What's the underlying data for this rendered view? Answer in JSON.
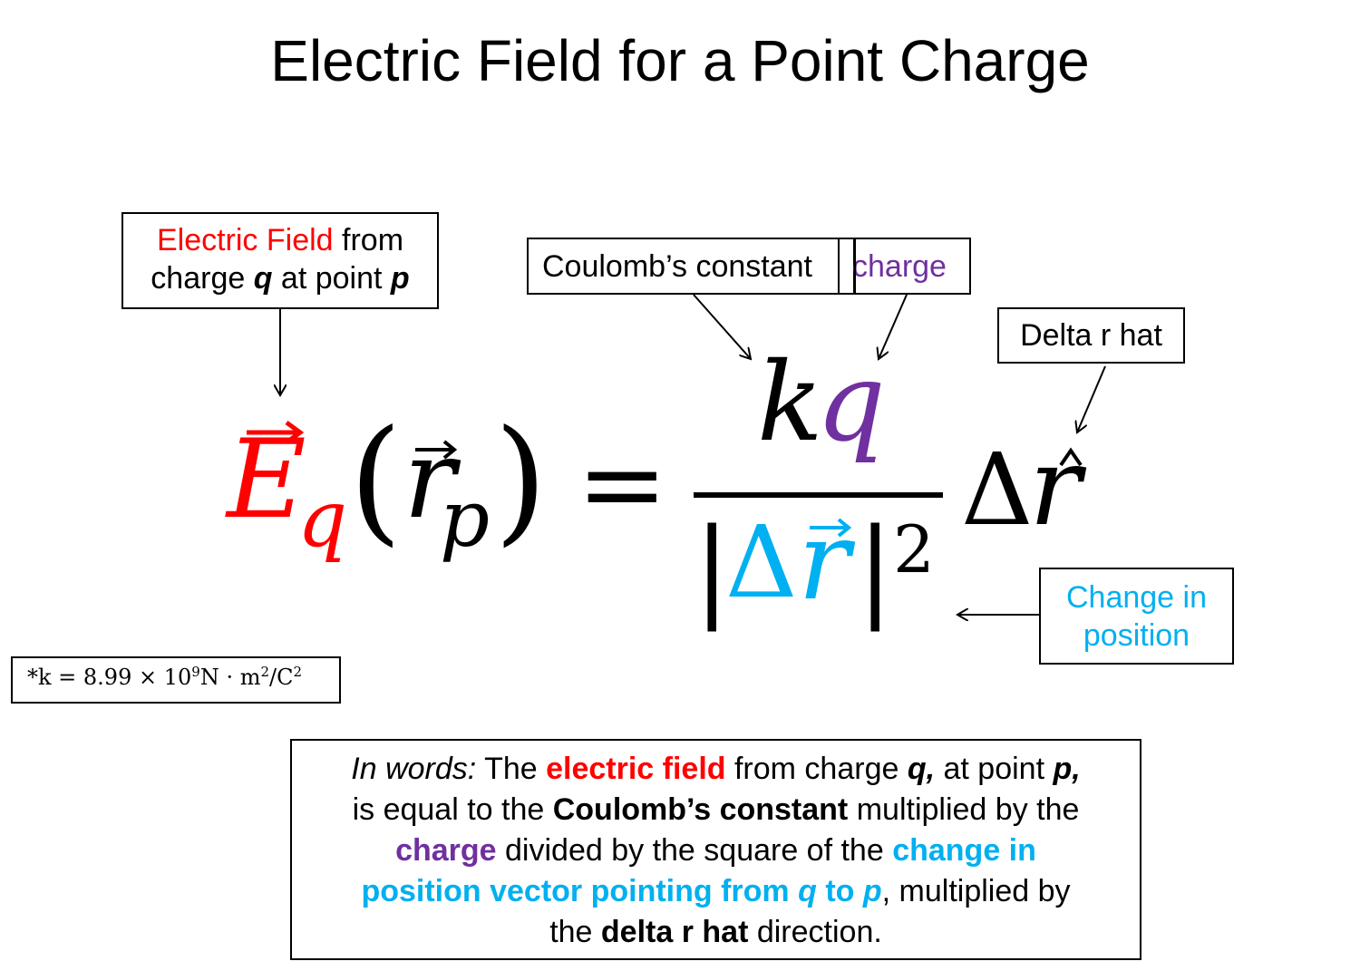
{
  "slide": {
    "title": "Electric Field for a Point Charge"
  },
  "callouts": {
    "electric_field": {
      "part1": "Electric Field",
      "part2": " from",
      "line2a": "charge ",
      "q": "q",
      "line2b": " at point ",
      "p": "p"
    },
    "coulomb": "Coulomb’s constant",
    "charge": "charge",
    "delta_r_hat": "Delta r hat",
    "change_in_position": {
      "line1": "Change in",
      "line2": "position"
    }
  },
  "equation": {
    "lhs_E": "E",
    "lhs_sub": "q",
    "open_paren": "(",
    "r": "r",
    "r_sub": "p",
    "close_paren": ")",
    "equals": "=",
    "num_k": "k",
    "num_q": "q",
    "den_bar_left": "|",
    "den_delta": "Δ",
    "den_r": "r",
    "den_bar_right": "|",
    "den_exp": "2",
    "rhs_delta": "Δ",
    "rhs_r": "r"
  },
  "constant_note": {
    "prefix": "*k = 8.99 × 10",
    "exp": "9",
    "mid": "N · m",
    "exp2": "2",
    "suffix": "/C",
    "exp3": "2"
  },
  "in_words": {
    "intro": "In words:",
    "t1": " The ",
    "electric_field": "electric field",
    "t2": " from charge ",
    "q1": "q,",
    "t3": " at point ",
    "p1": "p,",
    "t4": "is equal to the ",
    "coulomb": "Coulomb’s constant",
    "t5": " multiplied by the",
    "charge": "charge",
    "t6": " divided by the square of the ",
    "change": "change in",
    "position": "position vector pointing from ",
    "q2": "q",
    "to": " to ",
    "p2": "p",
    "t7": ", multiplied by",
    "t8": "the ",
    "delta": "delta r hat",
    "t9": " direction."
  },
  "colors": {
    "red": "#ff0000",
    "purple": "#7030a0",
    "cyan": "#00b0f0"
  }
}
